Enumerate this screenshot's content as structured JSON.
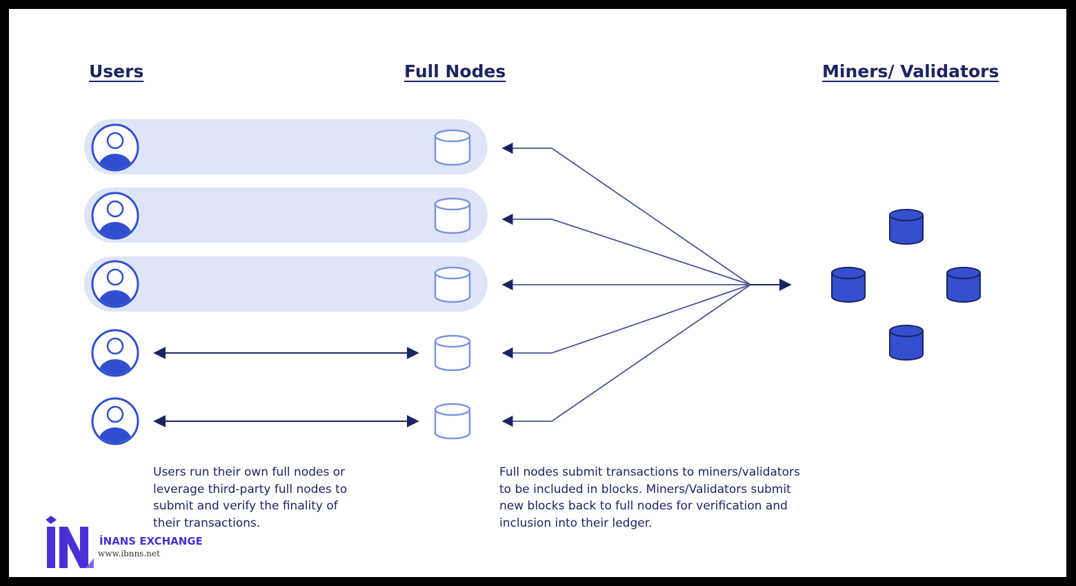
{
  "headings": {
    "users": "Users",
    "full_nodes": "Full Nodes",
    "miners": "Miners/ Validators"
  },
  "rows": [
    {
      "connection": "pill"
    },
    {
      "connection": "pill"
    },
    {
      "connection": "pill"
    },
    {
      "connection": "arrow"
    },
    {
      "connection": "arrow"
    }
  ],
  "captions": {
    "users_line1": "Users run their own full nodes or",
    "users_line2": "leverage third-party full nodes to",
    "users_line3": "submit and verify the finality of",
    "users_line4": "their transactions.",
    "nodes_line1": "Full nodes submit transactions to miners/validators",
    "nodes_line2": "to be included in blocks. Miners/Validators submit",
    "nodes_line3": "new blocks back to full nodes for verification and",
    "nodes_line4": "inclusion into their ledger."
  },
  "logo": {
    "name": "İNANS EXCHANGE",
    "url": "www.ibnns.net"
  },
  "colors": {
    "navy": "#1b2463",
    "pill": "#dfe5f8",
    "user_icon": "#2f4fd0",
    "node_outline": "#7b93e3",
    "validator_fill": "#3550cf",
    "logo": "#4b2fd6"
  },
  "icons": {
    "user": "user-avatar-icon",
    "full_node": "database-cylinder-icon",
    "validator": "database-cylinder-filled-icon"
  }
}
